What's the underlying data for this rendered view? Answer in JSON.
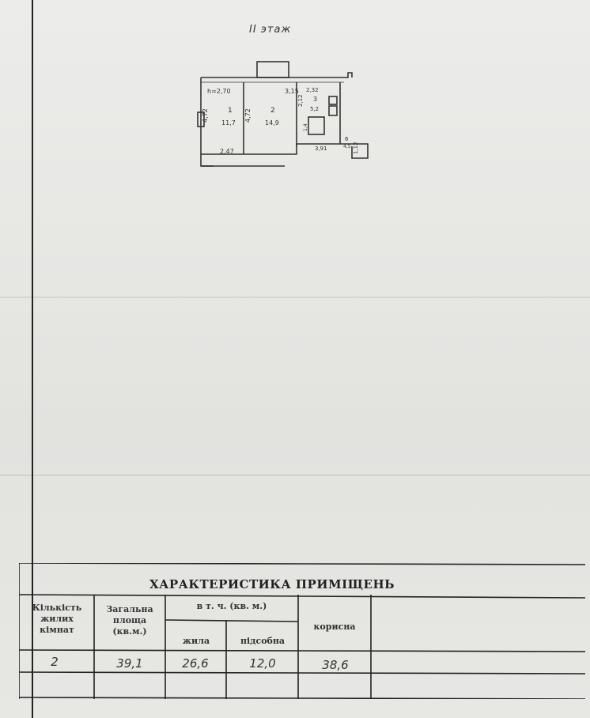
{
  "floor_label": "II этаж",
  "plan": {
    "dimensions": {
      "height": "h=2,70",
      "top_mid": "3,15",
      "top_right": "2,32",
      "left_room1": "4,72",
      "between_rooms": "4,72",
      "right_room3": "2,12",
      "bottom_left": "2,47",
      "bottom_right": "3,91",
      "small_right": "1,12",
      "wc": "1,4"
    },
    "rooms": [
      {
        "number": "1",
        "area": "11,7"
      },
      {
        "number": "2",
        "area": "14,9"
      },
      {
        "number": "3",
        "area": "5,2"
      },
      {
        "number": "6",
        "area": "4,5"
      }
    ]
  },
  "table": {
    "title": "ХАРАКТЕРИСТИКА ПРИМІЩЕНЬ",
    "headers": {
      "rooms_count": "Кількість жилих кімнат",
      "total_area": "Загальна площа (кв.м.)",
      "incl": "в т. ч. (кв. м.)",
      "living": "жила",
      "auxiliary": "підсобна",
      "useful": "корисна"
    },
    "values": {
      "rooms_count": "2",
      "total_area": "39,1",
      "living": "26,6",
      "auxiliary": "12,0",
      "useful": "38,6"
    }
  }
}
